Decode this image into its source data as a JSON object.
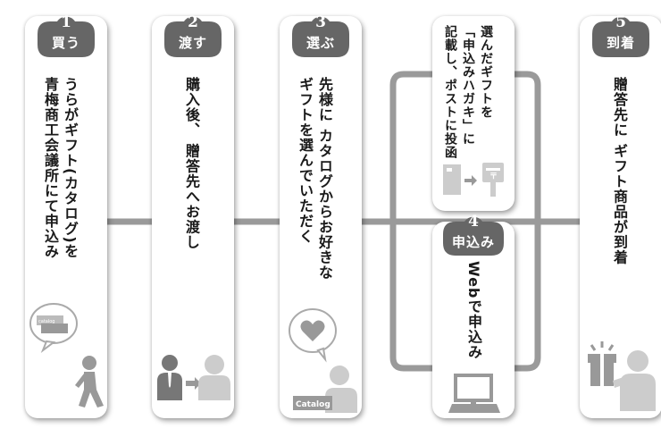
{
  "steps": [
    {
      "number": "1",
      "label": "買う",
      "lines": [
        "うらがギフト(カタログ)を",
        "青梅商工会議所にて申込み"
      ]
    },
    {
      "number": "2",
      "label": "渡す",
      "lines": [
        "購入後、 贈答先へお渡し"
      ]
    },
    {
      "number": "3",
      "label": "選ぶ",
      "lines": [
        "先様に カタログからお好きな",
        "ギフトを選んでいただく"
      ]
    },
    {
      "number": "4",
      "label": "申込み",
      "lines": [
        "Webで申込み"
      ]
    },
    {
      "number": "5",
      "label": "到着",
      "lines": [
        "贈答先に ギフト商品が到着"
      ]
    }
  ],
  "postcard_option": {
    "lines": [
      "選んだギフトを",
      "「申込みハガキ」に",
      "記載し、ポストに投函"
    ]
  },
  "icons": {
    "catalog_bubble_text": "catalog",
    "catalog_label": "Catalog"
  },
  "colors": {
    "tab": "#666666",
    "connector": "#999999",
    "card": "#ffffff"
  }
}
